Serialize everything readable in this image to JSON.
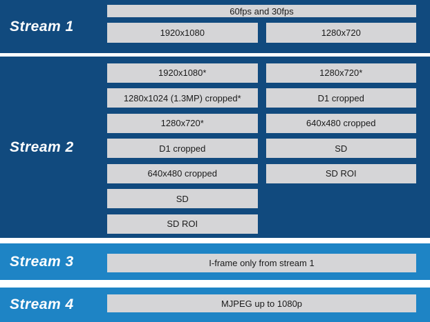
{
  "colors": {
    "section_dark": "#114A7E",
    "section_light": "#1E84C5",
    "box_gray": "#D5D5D7",
    "box_text": "#1A1A1A",
    "label_text": "#FFFFFF"
  },
  "streams": [
    {
      "label": "Stream 1",
      "framerate_box": "60fps and 30fps",
      "options": [
        "1920x1080",
        "1280x720"
      ]
    },
    {
      "label": "Stream 2",
      "left_options": [
        "1920x1080*",
        "1280x1024 (1.3MP) cropped*",
        "1280x720*",
        "D1 cropped",
        "640x480 cropped",
        "SD",
        "SD ROI"
      ],
      "right_options": [
        "1280x720*",
        "D1 cropped",
        "640x480 cropped",
        "SD",
        "SD ROI"
      ]
    },
    {
      "label": "Stream 3",
      "box": "I-frame only from stream 1"
    },
    {
      "label": "Stream 4",
      "box": "MJPEG up to 1080p"
    }
  ]
}
